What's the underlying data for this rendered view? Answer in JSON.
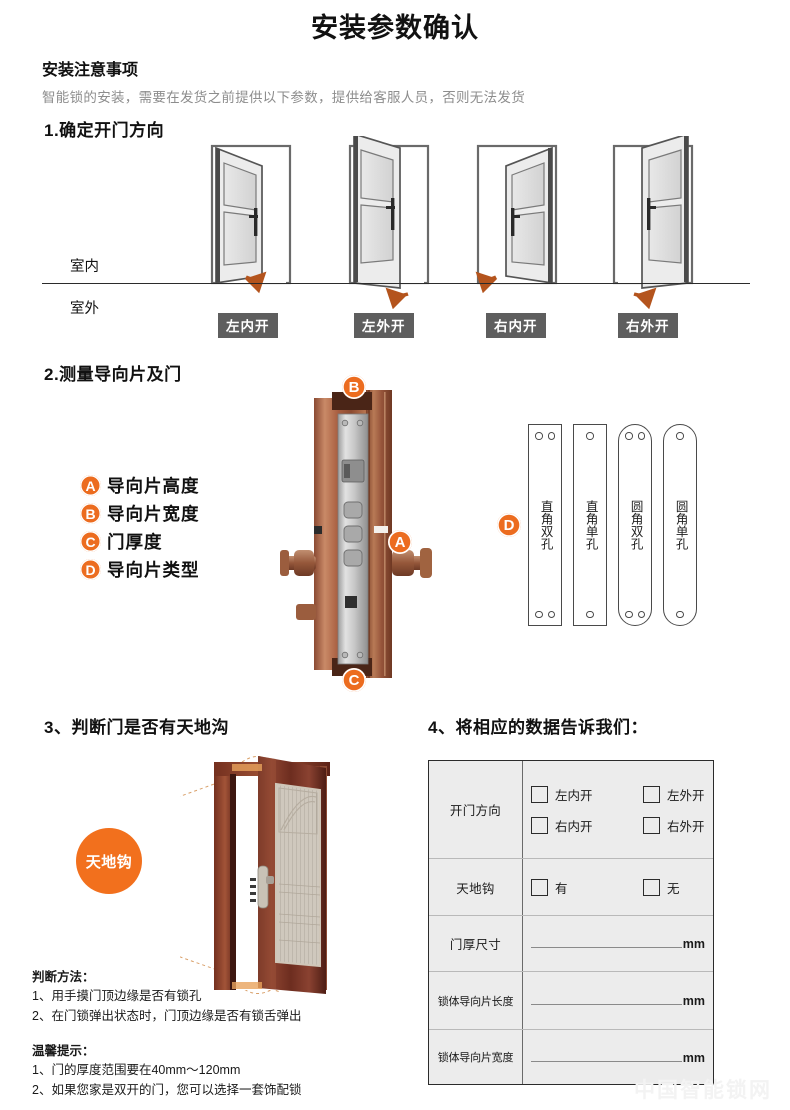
{
  "header": {
    "title": "安装参数确认",
    "notice_heading": "安装注意事项",
    "notice_text": "智能锁的安装，需要在发货之前提供以下参数，提供给客服人员，否则无法发货"
  },
  "section1": {
    "title": "1.确定开门方向",
    "indoor_label": "室内",
    "outdoor_label": "室外",
    "doors": [
      {
        "badge": "左内开"
      },
      {
        "badge": "左外开"
      },
      {
        "badge": "右内开"
      },
      {
        "badge": "右外开"
      }
    ]
  },
  "section2": {
    "title": "2.测量导向片及门",
    "items": [
      {
        "key": "A",
        "label": "导向片高度"
      },
      {
        "key": "B",
        "label": "导向片宽度"
      },
      {
        "key": "C",
        "label": "门厚度"
      },
      {
        "key": "D",
        "label": "导向片类型"
      }
    ],
    "markers": [
      {
        "key": "A"
      },
      {
        "key": "B"
      },
      {
        "key": "C"
      },
      {
        "key": "D"
      }
    ],
    "plates": [
      {
        "name": "直角双孔",
        "corner": "square",
        "holes": 2
      },
      {
        "name": "直角单孔",
        "corner": "square",
        "holes": 1
      },
      {
        "name": "圆角双孔",
        "corner": "round",
        "holes": 2
      },
      {
        "name": "圆角单孔",
        "corner": "round",
        "holes": 1
      }
    ]
  },
  "section3": {
    "title": "3、判断门是否有天地沟",
    "callout": "天地钩",
    "method_title": "判断方法：",
    "method_items": [
      "1、用手摸门顶边缘是否有锁孔",
      "2、在门锁弹出状态时，门顶边缘是否有锁舌弹出"
    ],
    "tips_title": "温馨提示：",
    "tips_items": [
      "1、门的厚度范围要在40mm～120mm",
      "2、如果您家是双开的门，您可以选择一套饰配锁"
    ]
  },
  "section4": {
    "title": "4、将相应的数据告诉我们：",
    "rows": [
      {
        "key": "开门方向",
        "type": "checkbox",
        "lines": [
          [
            "左内开",
            "左外开"
          ],
          [
            "右内开",
            "右外开"
          ]
        ]
      },
      {
        "key": "天地钩",
        "type": "checkbox",
        "lines": [
          [
            "有",
            "无"
          ]
        ]
      },
      {
        "key": "门厚尺寸",
        "type": "fill",
        "unit": "mm"
      },
      {
        "key": "锁体导向片长度",
        "type": "fill",
        "unit": "mm"
      },
      {
        "key": "锁体导向片宽度",
        "type": "fill",
        "unit": "mm"
      }
    ]
  },
  "watermark": "中国智能锁网",
  "colors": {
    "accent_orange": "#ec6c1f",
    "callout_orange": "#f2701d",
    "badge_gray": "#5e5e5e",
    "table_bg": "#ececec"
  }
}
